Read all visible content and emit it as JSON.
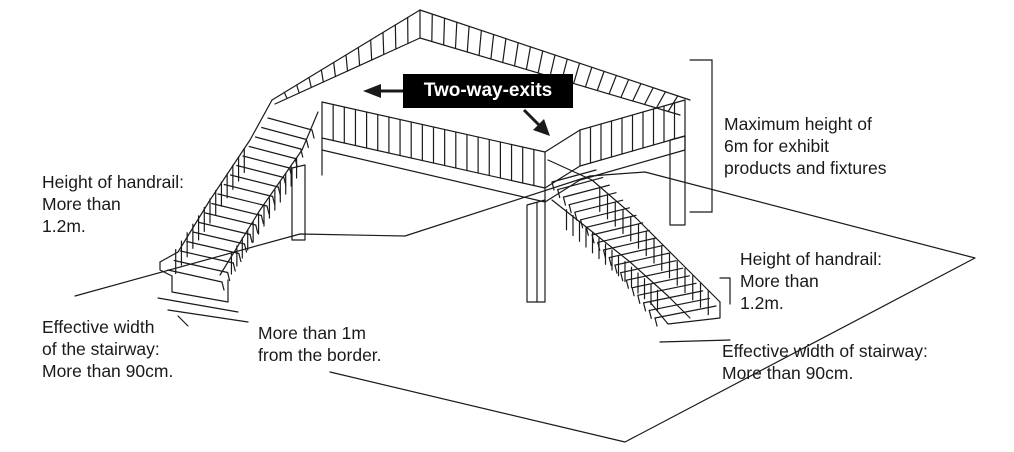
{
  "banner": {
    "text": "Two-way-exits"
  },
  "labels": {
    "handrail_left": [
      "Height of handrail:",
      "More than",
      "1.2m."
    ],
    "width_left": [
      "Effective width",
      "of the stairway:",
      "More than 90cm."
    ],
    "border": [
      "More than 1m",
      "from the border."
    ],
    "max_height": [
      "Maximum height of",
      "6m for exhibit",
      "products and fixtures"
    ],
    "handrail_right": [
      "Height of handrail:",
      "More than",
      "1.2m."
    ],
    "width_right": [
      "Effective width of stairway:",
      "More than 90cm."
    ]
  },
  "colors": {
    "ink": "#1a1a1a",
    "banner_bg": "#000000",
    "banner_text": "#ffffff"
  }
}
